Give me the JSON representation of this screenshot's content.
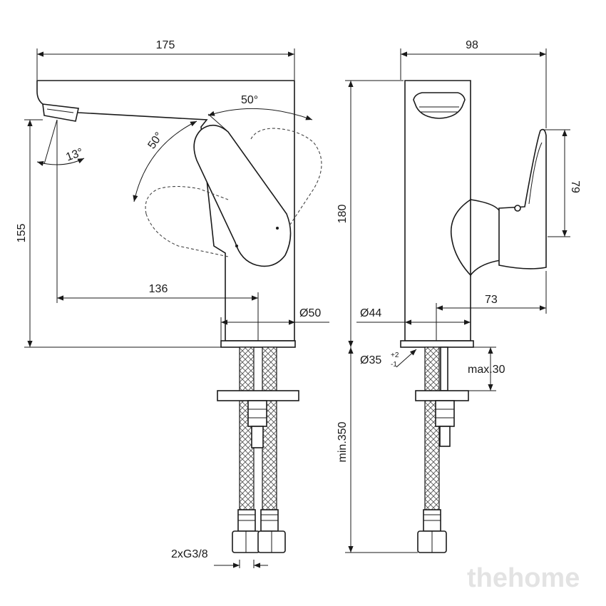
{
  "dimensions": {
    "front_width": "175",
    "side_width": "98",
    "spout_height": "155",
    "total_height": "180",
    "spout_reach": "136",
    "base_diameter_front": "Ø50",
    "base_diameter_side": "Ø44",
    "handle_offset": "73",
    "handle_height": "79",
    "hole_diameter": "Ø35",
    "hole_tol_plus": "+2",
    "hole_tol_minus": "-1",
    "max_thickness": "max.30",
    "hose_length": "min.350",
    "connection": "2xG3/8",
    "angle_spout": "13°",
    "angle_lever_a": "50°",
    "angle_lever_b": "50°"
  },
  "watermark": "thehome"
}
